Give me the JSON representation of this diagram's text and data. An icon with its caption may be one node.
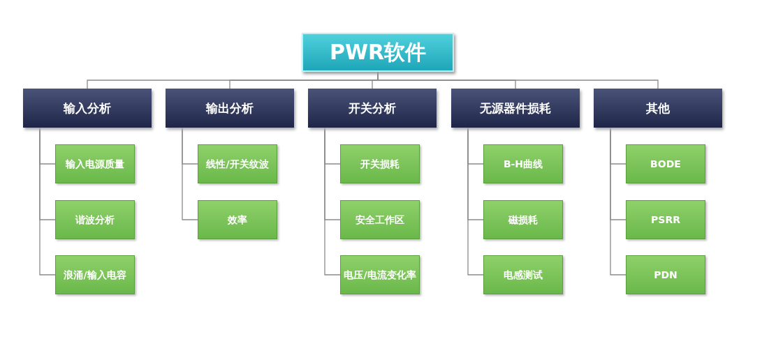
{
  "diagram": {
    "nodes": [
      {
        "text": [
          "PWR软件"
        ]
      },
      {
        "text": [
          "输入分析"
        ]
      },
      {
        "text": [
          "输出分析"
        ]
      },
      {
        "text": [
          "开关分析"
        ]
      },
      {
        "text": [
          "无源器件损耗"
        ]
      },
      {
        "text": [
          "其他"
        ]
      },
      {
        "text": [
          "输入电源质量"
        ]
      },
      {
        "text": [
          "谐波分析"
        ]
      },
      {
        "text": [
          "浪涌/输入电容"
        ]
      },
      {
        "text": [
          "线性/开关纹波"
        ]
      },
      {
        "text": [
          "效率"
        ]
      },
      {
        "text": [
          "开关损耗"
        ]
      },
      {
        "text": [
          "安全工作区"
        ]
      },
      {
        "text": [
          "电压/电流变化率"
        ]
      },
      {
        "text": [
          "B-H曲线"
        ]
      },
      {
        "text": [
          "磁损耗"
        ]
      },
      {
        "text": [
          "电感测试"
        ]
      },
      {
        "text": [
          "BODE"
        ]
      },
      {
        "text": [
          "PSRR"
        ]
      },
      {
        "text": [
          "PDN"
        ]
      }
    ],
    "edges": [
      {
        "from": 0,
        "to": 1,
        "arrow": "none"
      },
      {
        "from": 0,
        "to": 2,
        "arrow": "none"
      },
      {
        "from": 0,
        "to": 3,
        "arrow": "none"
      },
      {
        "from": 0,
        "to": 4,
        "arrow": "none"
      },
      {
        "from": 0,
        "to": 5,
        "arrow": "none"
      },
      {
        "from": 1,
        "to": 6,
        "arrow": "none"
      },
      {
        "from": 1,
        "to": 7,
        "arrow": "none"
      },
      {
        "from": 1,
        "to": 8,
        "arrow": "none"
      },
      {
        "from": 2,
        "to": 9,
        "arrow": "none"
      },
      {
        "from": 2,
        "to": 10,
        "arrow": "none"
      },
      {
        "from": 3,
        "to": 11,
        "arrow": "none"
      },
      {
        "from": 3,
        "to": 12,
        "arrow": "none"
      },
      {
        "from": 3,
        "to": 13,
        "arrow": "none"
      },
      {
        "from": 4,
        "to": 14,
        "arrow": "none"
      },
      {
        "from": 4,
        "to": 15,
        "arrow": "none"
      },
      {
        "from": 4,
        "to": 16,
        "arrow": "none"
      },
      {
        "from": 5,
        "to": 17,
        "arrow": "none"
      },
      {
        "from": 5,
        "to": 18,
        "arrow": "none"
      },
      {
        "from": 5,
        "to": 19,
        "arrow": "none"
      }
    ]
  }
}
